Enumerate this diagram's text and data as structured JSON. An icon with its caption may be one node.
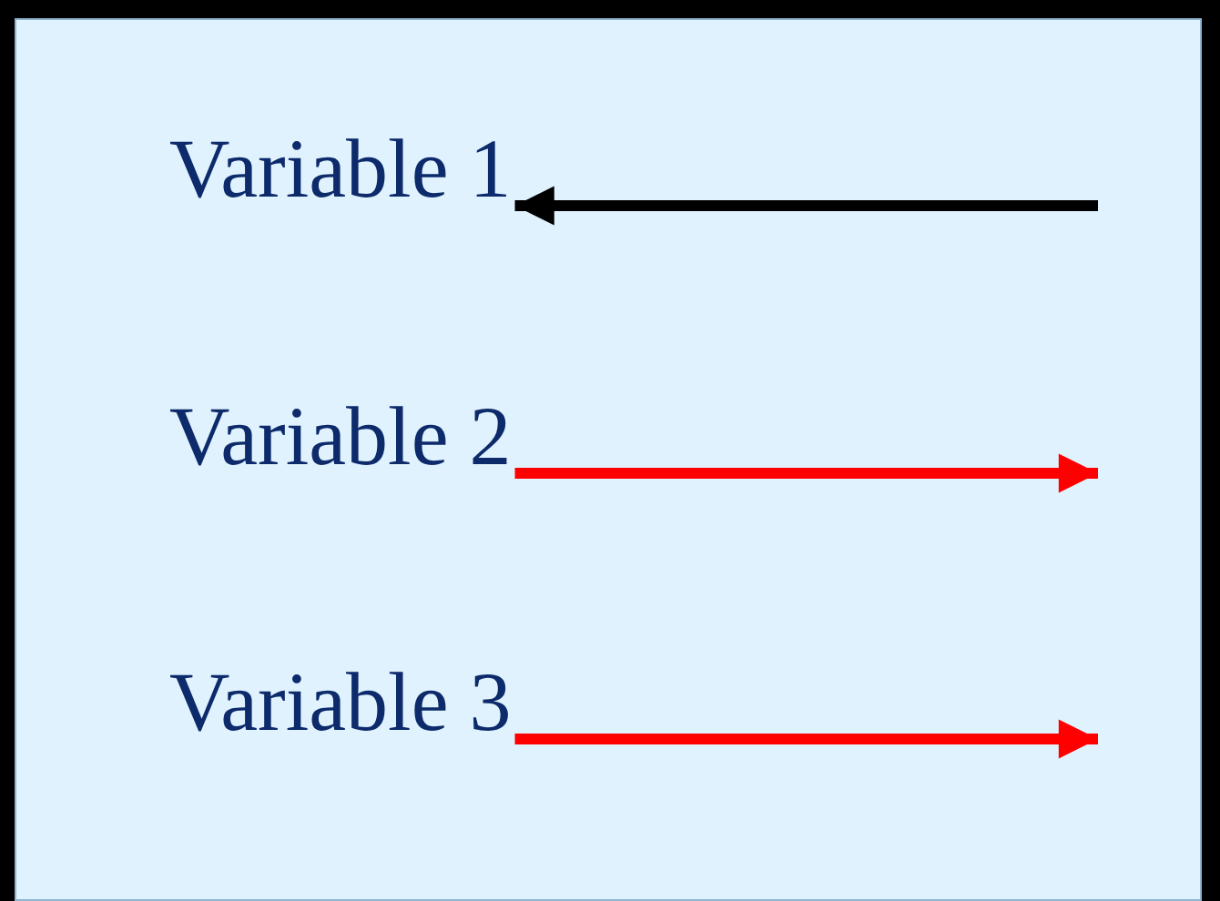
{
  "diagram": {
    "nodes": [
      {
        "text": [
          "Variable 1"
        ]
      },
      {
        "text": [
          "Variable 2"
        ]
      },
      {
        "text": [
          "Variable 3"
        ]
      }
    ],
    "edges": [
      {
        "from": null,
        "to": 0,
        "arrow": "to",
        "color": "#000000"
      },
      {
        "from": 1,
        "to": null,
        "arrow": "to"
      },
      {
        "from": 2,
        "to": null,
        "arrow": "to"
      }
    ]
  }
}
